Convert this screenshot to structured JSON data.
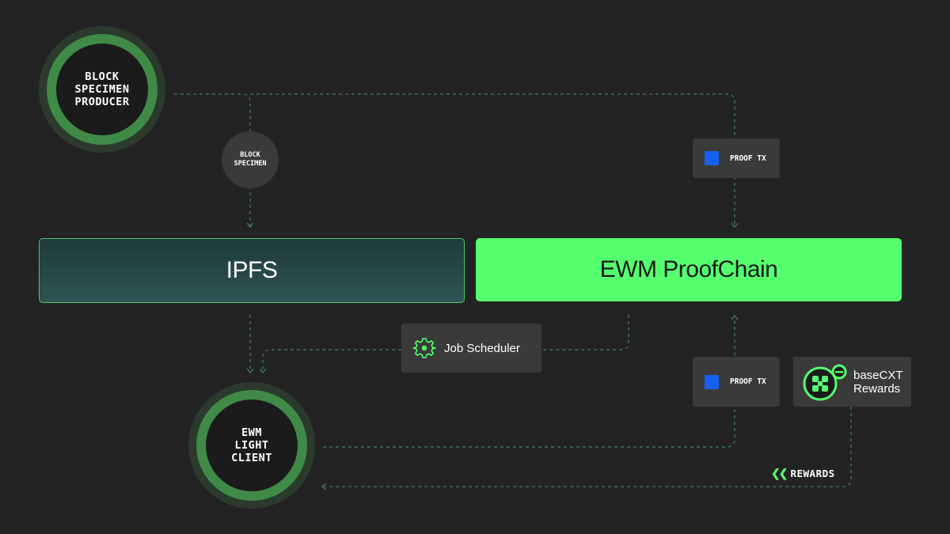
{
  "nodes": {
    "block_specimen_producer": "BLOCK\nSPECIMEN\nPRODUCER",
    "ewm_light_client": "EWM\nLIGHT\nCLIENT"
  },
  "block_specimen": "BLOCK\nSPECIMEN",
  "bars": {
    "ipfs": "IPFS",
    "ewm_proofchain": "EWM ProofChain"
  },
  "proof_tx": {
    "top": "PROOF TX",
    "bottom": "PROOF TX"
  },
  "job_scheduler": {
    "label": "Job Scheduler",
    "icon": "gear-icon"
  },
  "rewards_box": {
    "label": "baseCXT\nRewards",
    "icon": "basecxt-logo-icon"
  },
  "rewards_arrow": {
    "label": "REWARDS",
    "icon": "double-chevron-left-icon"
  },
  "colors": {
    "background": "#232323",
    "accent_green": "#55ff6e",
    "ring_green": "#3f8a47",
    "proof_blue": "#1560f0",
    "wire": "#3e7f7a"
  }
}
